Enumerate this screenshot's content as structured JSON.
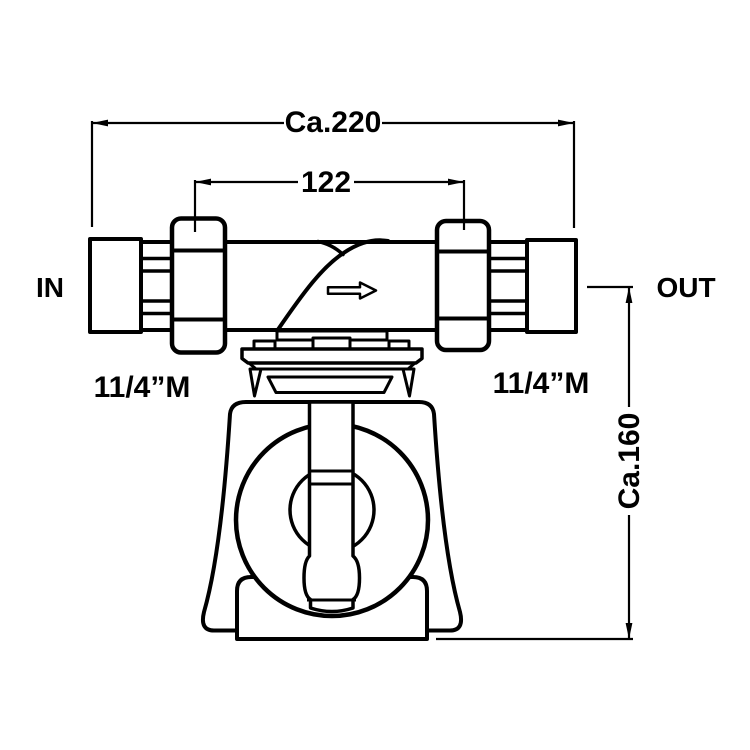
{
  "page": {
    "background": "#ffffff",
    "line_color": "#000000"
  },
  "diagram": {
    "type": "technical-dimension-drawing",
    "labels": {
      "inlet": "IN",
      "outlet": "OUT",
      "thread_left": "11/4”M",
      "thread_right": "11/4”M"
    },
    "dimensions": {
      "overall_width": "Ca.220",
      "union_spacing": "122",
      "overall_height": "Ca.160"
    }
  }
}
